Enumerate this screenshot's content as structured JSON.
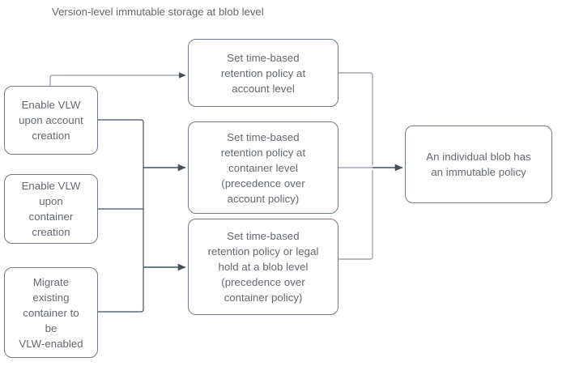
{
  "diagram": {
    "title": "Version-level immutable storage at blob level",
    "colors": {
      "node_border": "#6f7b8a",
      "node_fill": "#ffffff",
      "text": "#63686e",
      "edge_dark": "#46505c",
      "edge_light": "#a3a9b0",
      "background": "#ffffff"
    },
    "nodes": [
      {
        "id": "enable-vlw-account",
        "label": "Enable VLW\nupon account\ncreation",
        "column": "left"
      },
      {
        "id": "enable-vlw-container",
        "label": "Enable VLW\nupon\ncontainer\ncreation",
        "column": "left"
      },
      {
        "id": "migrate-container",
        "label": "Migrate\nexisting\ncontainer to\nbe\nVLW-enabled",
        "column": "left"
      },
      {
        "id": "retention-account",
        "label": "Set time-based\nretention policy at\naccount level",
        "column": "middle"
      },
      {
        "id": "retention-container",
        "label": "Set time-based\nretention policy at\ncontainer level\n(precedence over\naccount policy)",
        "column": "middle"
      },
      {
        "id": "retention-blob",
        "label": "Set time-based\nretention policy or legal\nhold at a blob level\n(precedence over\ncontainer policy)",
        "column": "middle"
      },
      {
        "id": "immutable-policy",
        "label": "An individual blob has\nan immutable policy",
        "column": "right"
      }
    ],
    "edges": [
      {
        "from": "enable-vlw-account",
        "to": "retention-account"
      },
      {
        "from": "enable-vlw-account",
        "to": "retention-container"
      },
      {
        "from": "enable-vlw-container",
        "to": "retention-container"
      },
      {
        "from": "migrate-container",
        "to": "retention-blob"
      },
      {
        "from": "retention-account",
        "to": "immutable-policy"
      },
      {
        "from": "retention-container",
        "to": "immutable-policy"
      },
      {
        "from": "retention-blob",
        "to": "immutable-policy"
      }
    ]
  }
}
